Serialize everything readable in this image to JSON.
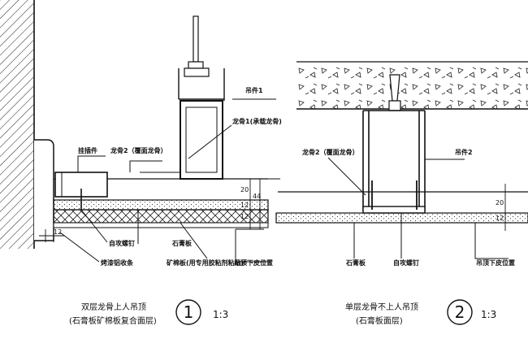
{
  "left_detail": {
    "labels": {
      "hanger": "吊件1",
      "main_keel": "龙骨1(承载龙骨)",
      "connector": "挂插件",
      "cover_keel": "龙骨2（覆面龙骨）",
      "screw": "自攻螺钉",
      "gypsum": "石膏板",
      "mineral_board": "矿棉板(用专用胶粘剂粘贴)",
      "edge_strip": "烤漆铝收条",
      "ceiling_level": "吊顶下皮位置"
    },
    "dims": {
      "d20": "20",
      "d44": "44",
      "d12a": "12",
      "d12b": "12",
      "d12c": "12"
    },
    "caption_line1": "双层龙骨上人吊顶",
    "caption_line2": "(石膏板矿棉板复合面层)",
    "number": "1",
    "scale": "1:3"
  },
  "right_detail": {
    "labels": {
      "hanger": "吊件2",
      "cover_keel": "龙骨2（覆面龙骨）",
      "gypsum": "石膏板",
      "screw": "自攻螺钉",
      "ceiling_level": "吊顶下皮位置"
    },
    "dims": {
      "d20": "20",
      "d12": "12"
    },
    "caption_line1": "单层龙骨不上人吊顶",
    "caption_line2": "(石膏板面层)",
    "number": "2",
    "scale": "1:3"
  }
}
